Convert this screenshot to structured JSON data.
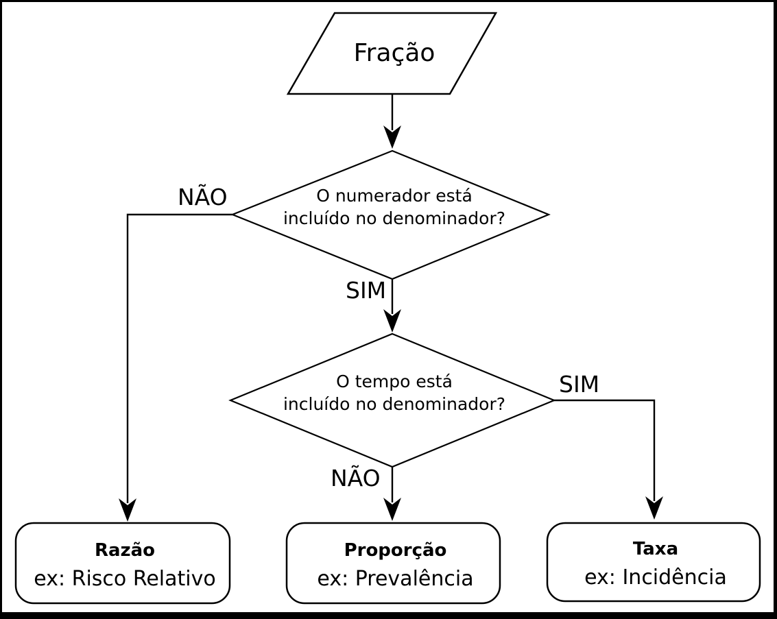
{
  "diagram": {
    "title_node": {
      "label": "Fração"
    },
    "decisions": [
      {
        "line1": "O numerador está",
        "line2": "incluído no denominador?",
        "no_label": "NÃO",
        "yes_label": "SIM"
      },
      {
        "line1": "O tempo está",
        "line2": "incluído no denominador?",
        "no_label": "NÃO",
        "yes_label": "SIM"
      }
    ],
    "results": [
      {
        "title": "Razão",
        "example": "ex: Risco Relativo"
      },
      {
        "title": "Proporção",
        "example": "ex: Prevalência"
      },
      {
        "title": "Taxa",
        "example": "ex: Incidência"
      }
    ],
    "colors": {
      "stroke": "#000000",
      "background": "#ffffff"
    }
  }
}
